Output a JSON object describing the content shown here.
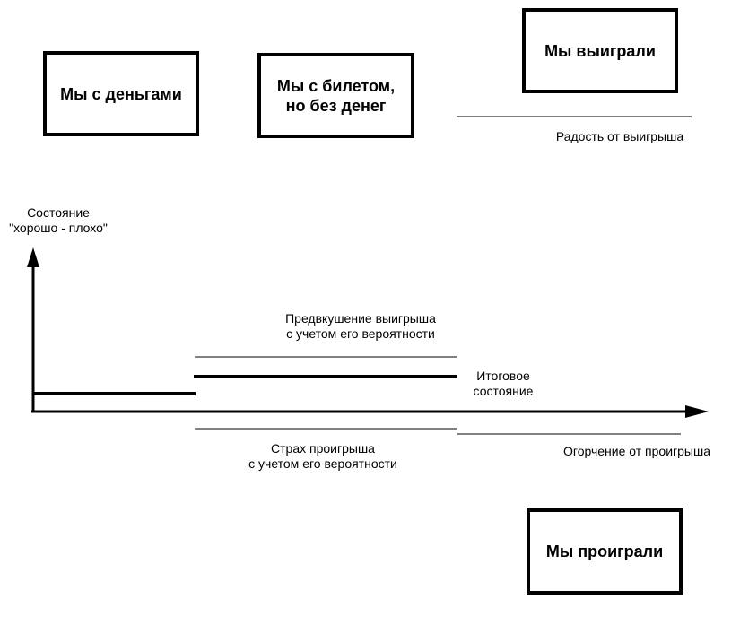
{
  "boxes": {
    "with_money": "Мы с деньгами",
    "with_ticket": "Мы с билетом,\nно без денег",
    "we_won": "Мы выиграли",
    "we_lost": "Мы проиграли"
  },
  "labels": {
    "joy_of_winning": "Радость от выигрыша",
    "state_axis": "Состояние\n\"хорошо - плохо\"",
    "anticipation": "Предвкушение выигрыша\nс учетом его вероятности",
    "final_state": "Итоговое\nсостояние",
    "fear_of_losing": "Страх проигрыша\nс учетом его вероятности",
    "grief_of_losing": "Огорчение от проигрыша"
  },
  "colors": {
    "ink": "#000000",
    "background": "#ffffff"
  }
}
